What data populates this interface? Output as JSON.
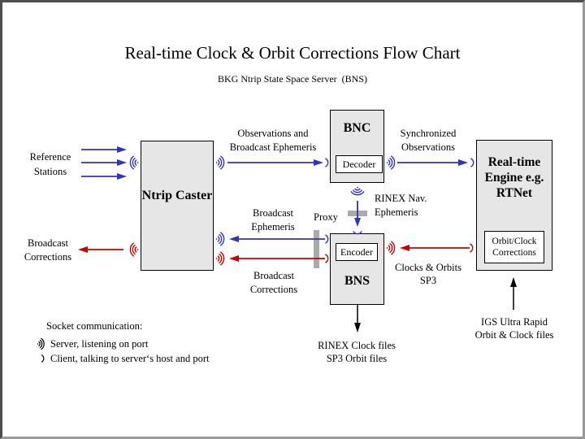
{
  "title": "Real-time Clock & Orbit Corrections Flow Chart",
  "subtitle": "BKG Ntrip State Space Server  (BNS)",
  "boxes": {
    "ntrip_caster": {
      "lines": [
        "Ntrip",
        "Caster"
      ]
    },
    "bnc": {
      "label": "BNC",
      "inner": "Decoder"
    },
    "bns": {
      "label": "BNS",
      "inner": "Encoder"
    },
    "engine": {
      "lines": [
        "Real-time",
        "Engine",
        "e.g. RTNet"
      ],
      "inner_lines": [
        "Orbit/Clock",
        "Corrections"
      ]
    }
  },
  "labels": {
    "reference_stations": [
      "Reference",
      "Stations"
    ],
    "broadcast_corrections_left": [
      "Broadcast",
      "Corrections"
    ],
    "observations": [
      "Observations and",
      "Broadcast Ephemeris"
    ],
    "synchronized": [
      "Synchronized",
      "Observations"
    ],
    "rinex_nav": [
      "RINEX Nav.",
      "Ephemeris"
    ],
    "proxy": "Proxy",
    "broadcast_ephemeris": [
      "Broadcast",
      "Ephemeris"
    ],
    "broadcast_corrections_mid": [
      "Broadcast",
      "Corrections"
    ],
    "clocks_orbits": [
      "Clocks & Orbits",
      "SP3"
    ],
    "rinex_clock_files": [
      "RINEX Clock files",
      "SP3 Orbit files"
    ],
    "igs": [
      "IGS Ultra Rapid",
      "Orbit & Clock files"
    ]
  },
  "legend": {
    "heading": "Socket communication:",
    "server": "Server, listening on port",
    "client": "Client, talking to server‘s host and port"
  },
  "colors": {
    "blue": "#3333BB",
    "red": "#CC0000",
    "black": "#000000",
    "box_fill": "#E6E6E6",
    "proxy_gray": "#AAAAAA",
    "frame_dark": "#4D4D4D",
    "frame_light": "#999999"
  }
}
